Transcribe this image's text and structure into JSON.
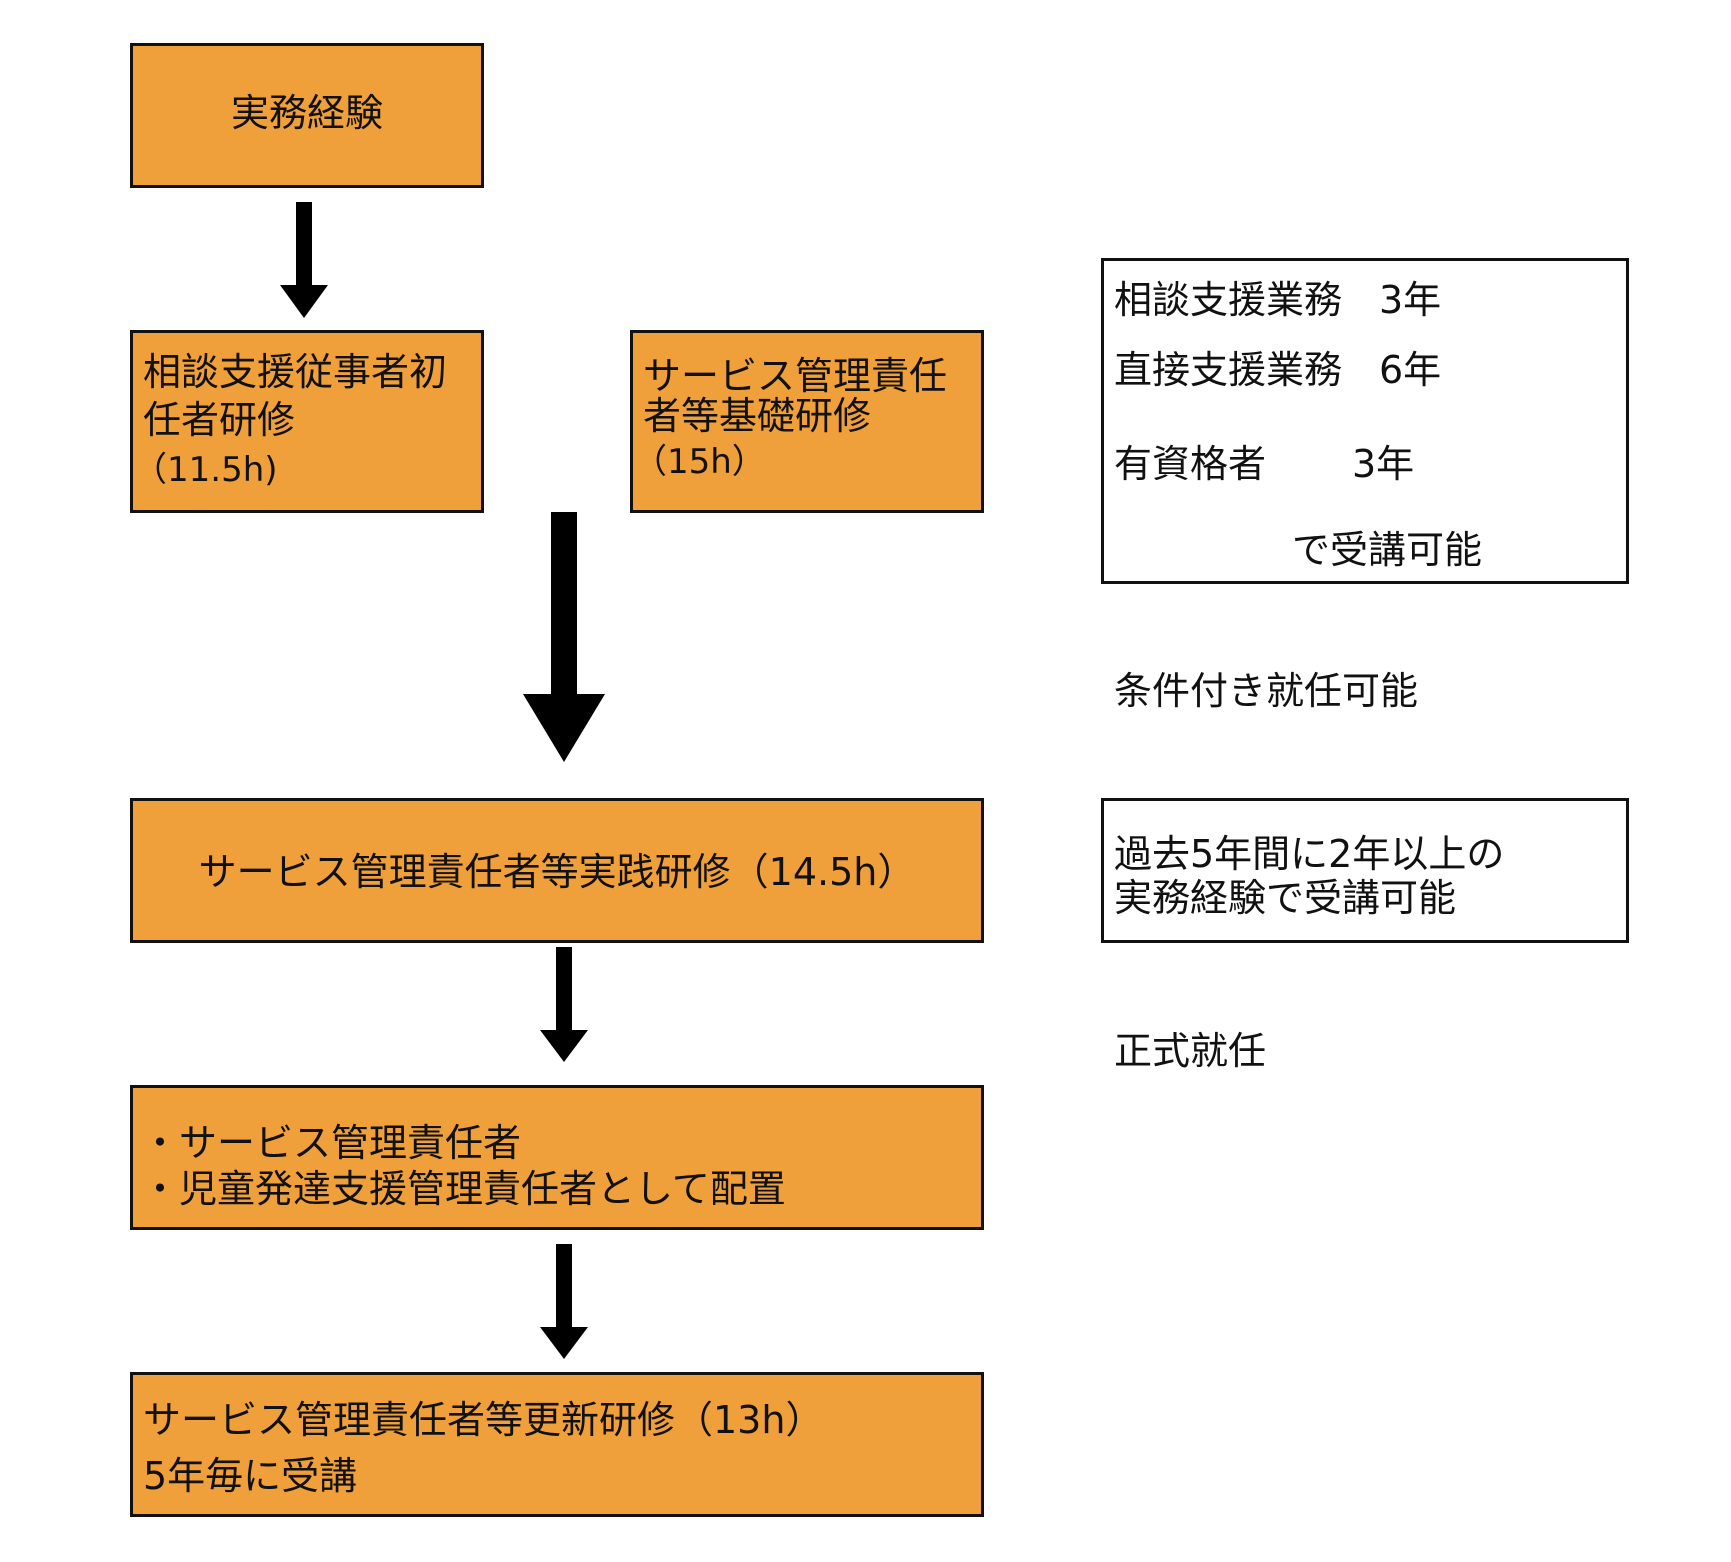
{
  "boxes": {
    "practical_experience": "実務経験",
    "consult_support_training": {
      "line1": "相談支援従事者初",
      "line2": "任者研修",
      "hours": "（11.5h)"
    },
    "service_basic_training": {
      "line1": "サービス管理責任",
      "line2": "者等基礎研修",
      "hours": "（15h）"
    },
    "practice_training": "サービス管理責任者等実践研修（14.5h）",
    "placement": {
      "line1": "・サービス管理責任者",
      "line2": "・児童発達支援管理責任者として配置"
    },
    "renewal_training": {
      "line1": "サービス管理責任者等更新研修（13h）",
      "line2": "5年毎に受講"
    }
  },
  "side_notes": {
    "eligibility": {
      "row1_label": "相談支援業務",
      "row1_value": "3年",
      "row2_label": "直接支援業務",
      "row2_value": "6年",
      "row3_label": "有資格者",
      "row3_value": "3年",
      "footer": "で受講可能"
    },
    "conditional_appointment": "条件付き就任可能",
    "experience_requirement": {
      "line1": "過去5年間に2年以上の",
      "line2": "実務経験で受講可能"
    },
    "formal_appointment": "正式就任"
  },
  "colors": {
    "box_fill": "#f0a03a",
    "border": "#111111",
    "arrow": "#000000"
  }
}
